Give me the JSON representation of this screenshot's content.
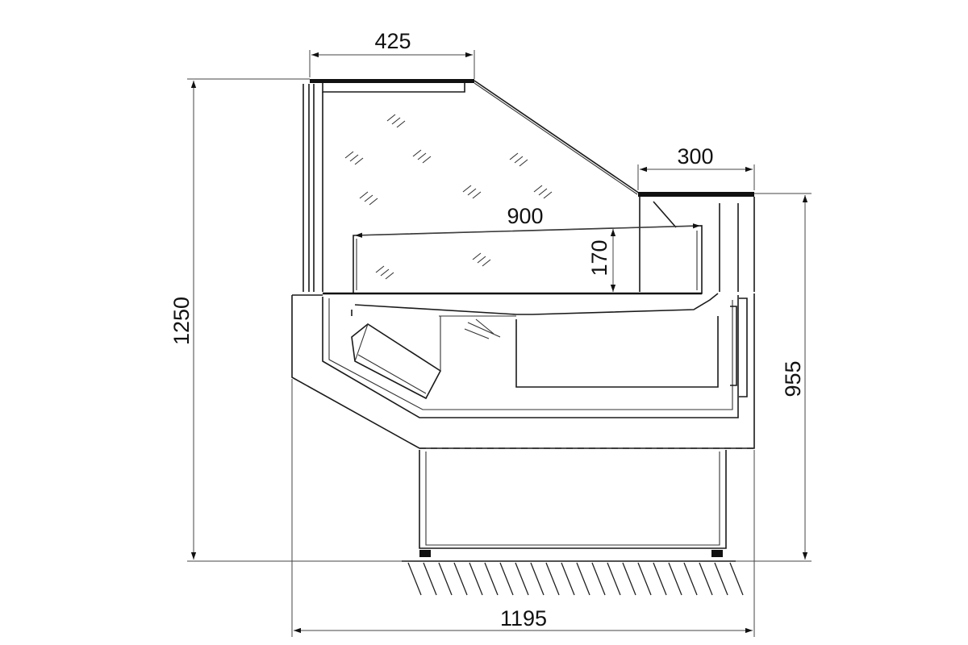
{
  "dimensions": {
    "top_depth": "425",
    "shelf_depth": "300",
    "display_width": "900",
    "display_height": "170",
    "total_height": "1250",
    "counter_height": "955",
    "total_depth": "1195"
  },
  "colors": {
    "line": "#1a1a1a",
    "background": "#ffffff"
  }
}
